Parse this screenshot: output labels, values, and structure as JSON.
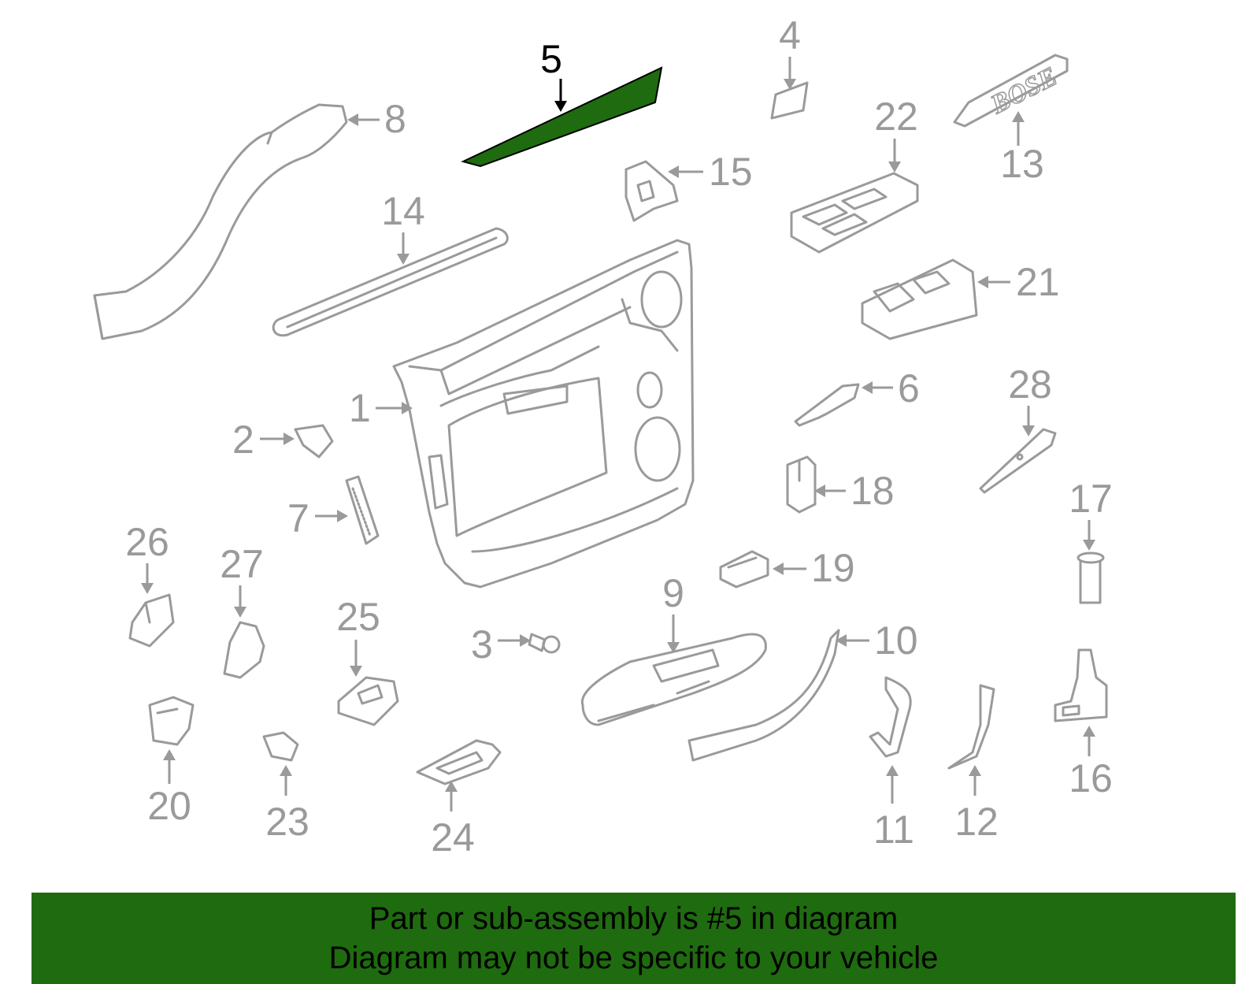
{
  "diagram": {
    "callouts": [
      {
        "id": "1",
        "label": "1"
      },
      {
        "id": "2",
        "label": "2"
      },
      {
        "id": "3",
        "label": "3"
      },
      {
        "id": "4",
        "label": "4"
      },
      {
        "id": "5",
        "label": "5"
      },
      {
        "id": "6",
        "label": "6"
      },
      {
        "id": "7",
        "label": "7"
      },
      {
        "id": "8",
        "label": "8"
      },
      {
        "id": "9",
        "label": "9"
      },
      {
        "id": "10",
        "label": "10"
      },
      {
        "id": "11",
        "label": "11"
      },
      {
        "id": "12",
        "label": "12"
      },
      {
        "id": "13",
        "label": "13"
      },
      {
        "id": "14",
        "label": "14"
      },
      {
        "id": "15",
        "label": "15"
      },
      {
        "id": "16",
        "label": "16"
      },
      {
        "id": "17",
        "label": "17"
      },
      {
        "id": "18",
        "label": "18"
      },
      {
        "id": "19",
        "label": "19"
      },
      {
        "id": "20",
        "label": "20"
      },
      {
        "id": "21",
        "label": "21"
      },
      {
        "id": "22",
        "label": "22"
      },
      {
        "id": "23",
        "label": "23"
      },
      {
        "id": "24",
        "label": "24"
      },
      {
        "id": "25",
        "label": "25"
      },
      {
        "id": "26",
        "label": "26"
      },
      {
        "id": "27",
        "label": "27"
      },
      {
        "id": "28",
        "label": "28"
      }
    ],
    "highlighted_part": "5",
    "badge_text": "BOSE",
    "colors": {
      "highlight": "#1f6b0f",
      "line": "#9a9a9a",
      "banner": "#1f6b0f"
    }
  },
  "banner": {
    "line1": "Part or sub-assembly is #5 in diagram",
    "line2": "Diagram may not be specific to your vehicle"
  }
}
